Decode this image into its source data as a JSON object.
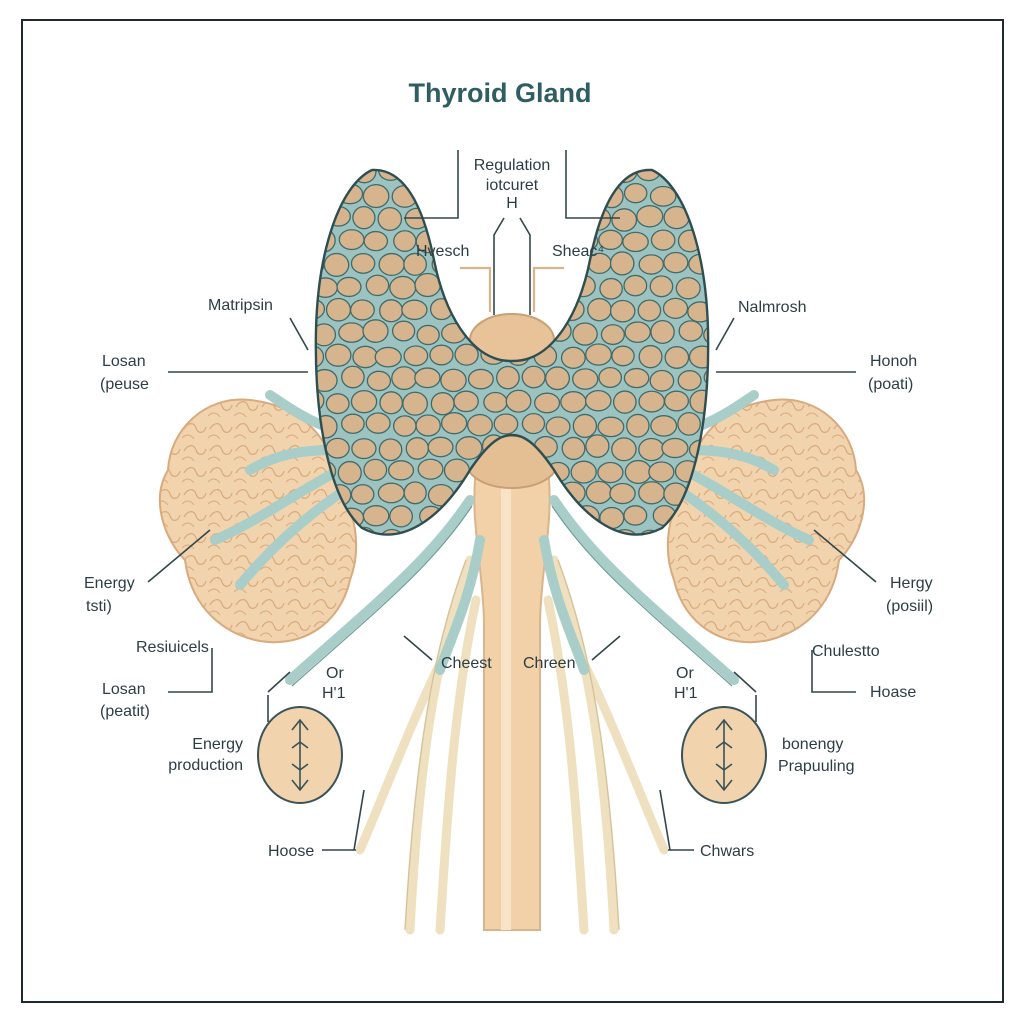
{
  "title": "Thyroid Gland",
  "labels": {
    "regulation_l1": "Regulation",
    "regulation_l2": "iotcuret",
    "regulation_l3": "H",
    "hvesch": "Hvesch",
    "sheac": "Sheac⁴",
    "matripsin": "Matripsin",
    "nalmrosh": "Nalmrosh",
    "losan_top_l1": "Losan",
    "losan_top_l2": "(peuse",
    "honoh_l1": "Honoh",
    "honoh_l2": "(poati)",
    "energy_left_l1": "Energy",
    "energy_left_l2": "tsti)",
    "hergy_l1": "Hergy",
    "hergy_l2": "(posiil)",
    "resiuicels": "Resiuicels",
    "chulestto": "Chulestto",
    "or_left_l1": "Or",
    "or_left_l2": "H'1",
    "or_right_l1": "Or",
    "or_right_l2": "H'1",
    "cheest": "Cheest",
    "chreen": "Chreen",
    "losan_bottom_l1": "Losan",
    "losan_bottom_l2": "(peatit)",
    "hoase_right": "Hoase",
    "energy_production_l1": "Energy",
    "energy_production_l2": "production",
    "bonengy_l1": "bonengy",
    "bonengy_l2": "Prapuuling",
    "hoose": "Hoose",
    "chwars": "Chwars"
  },
  "colors": {
    "frame": "#1e2a2c",
    "title": "#2f5e62",
    "text": "#2c3e44",
    "gland_fill": "#d6b48e",
    "gland_septa": "#3f6b6d",
    "gland_teal": "#9cc3bf",
    "lung_fill": "#f1d3ad",
    "lung_stroke": "#d9aa7d",
    "trachea": "#f2d1a8",
    "vessel_teal": "#a9cdc8",
    "vessel_cream": "#efe0bf"
  }
}
